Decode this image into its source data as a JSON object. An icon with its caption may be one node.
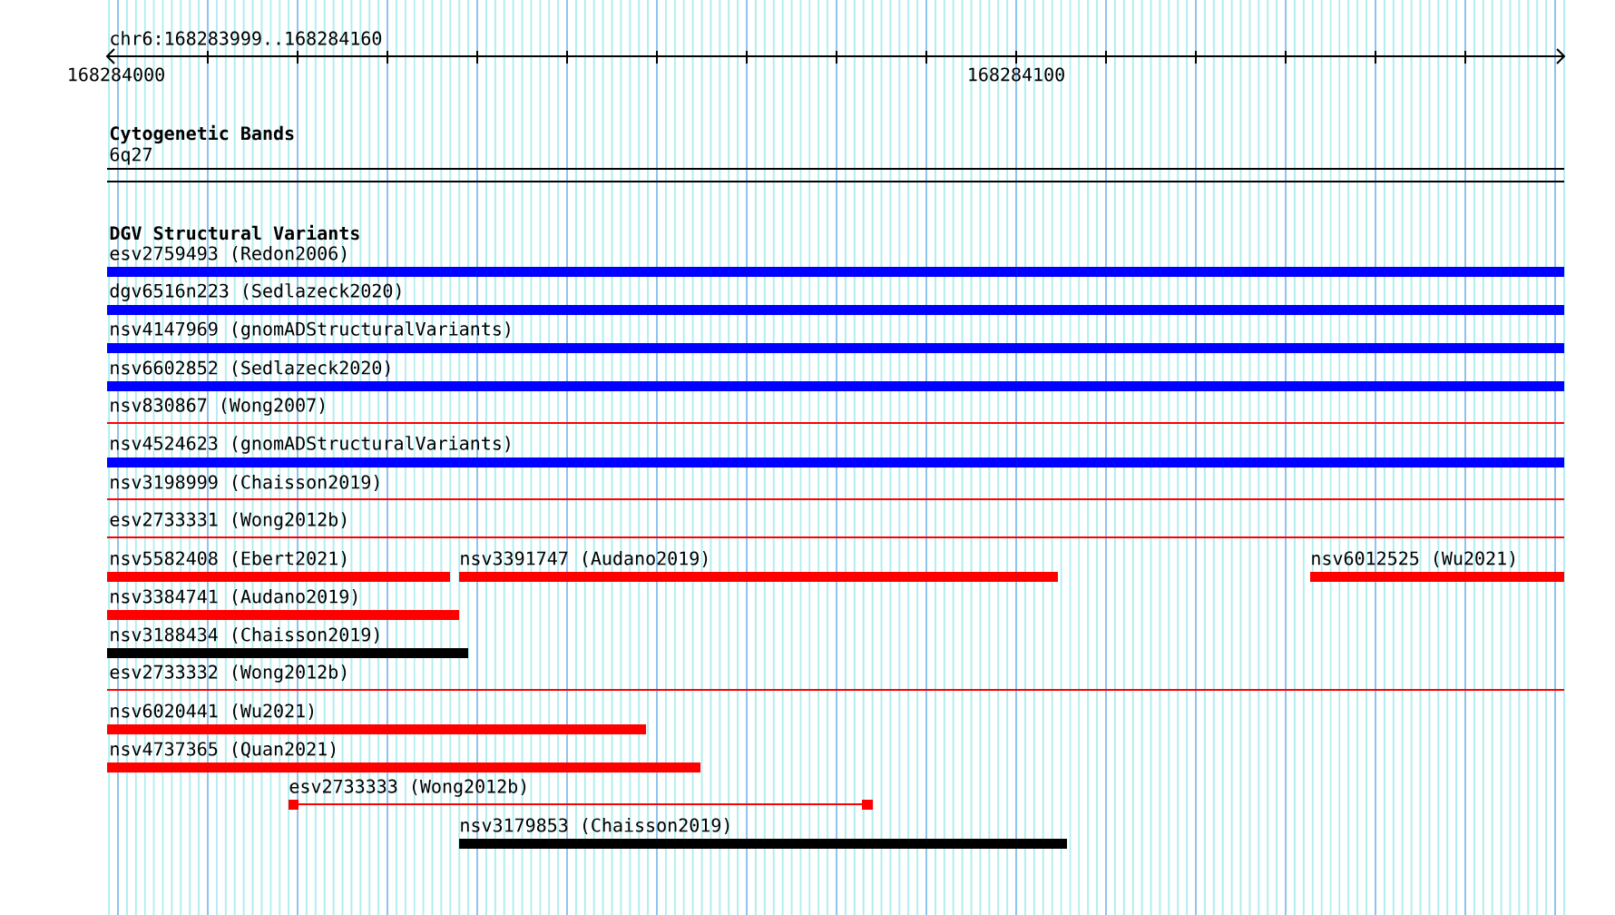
{
  "diagram": {
    "nodes": [
      {
        "text": [
          "6q27"
        ]
      },
      {
        "text": [
          "esv2759493 (Redon2006)"
        ]
      },
      {
        "text": [
          "dgv6516n223 (Sedlazeck2020)"
        ]
      },
      {
        "text": [
          "nsv4147969 (gnomADStructuralVariants)"
        ]
      },
      {
        "text": [
          "nsv6602852 (Sedlazeck2020)"
        ]
      },
      {
        "text": [
          "nsv830867 (Wong2007)"
        ]
      },
      {
        "text": [
          "nsv4524623 (gnomADStructuralVariants)"
        ]
      },
      {
        "text": [
          "nsv3198999 (Chaisson2019)"
        ]
      },
      {
        "text": [
          "esv2733331 (Wong2012b)"
        ]
      },
      {
        "text": [
          "nsv5582408 (Ebert2021)"
        ]
      },
      {
        "text": [
          "nsv3391747 (Audano2019)"
        ]
      },
      {
        "text": [
          "nsv6012525 (Wu2021)"
        ]
      },
      {
        "text": [
          "nsv3384741 (Audano2019)"
        ]
      },
      {
        "text": [
          "nsv3188434 (Chaisson2019)"
        ]
      },
      {
        "text": [
          "esv2733332 (Wong2012b)"
        ]
      },
      {
        "text": [
          "nsv6020441 (Wu2021)"
        ]
      },
      {
        "text": [
          "nsv4737365 (Quan2021)"
        ]
      },
      {
        "text": [
          "esv2733333 (Wong2012b)"
        ]
      },
      {
        "text": [
          "nsv3179853 (Chaisson2019)"
        ]
      }
    ],
    "labels": [
      "chr6:168283999..168284160",
      "168284000",
      "168284100",
      "Cytogenetic Bands",
      "DGV Structural Variants"
    ]
  }
}
